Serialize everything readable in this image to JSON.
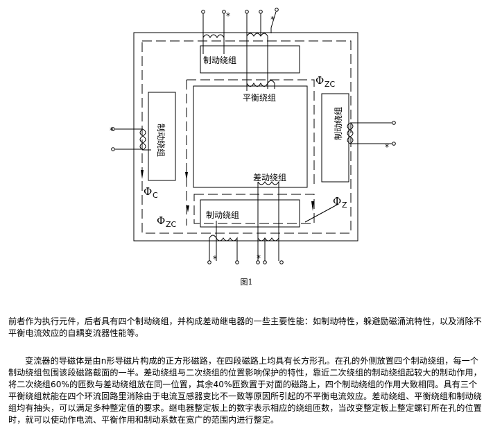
{
  "diagram": {
    "labels": {
      "brake_top": "制动绕组",
      "balance": "平衡绕组",
      "brake_left": "制动绕组",
      "brake_right": "制动绕组",
      "diff": "差动绕组",
      "brake_bottom": "制动绕组",
      "star": "*"
    },
    "flux": {
      "phi": "Φ",
      "zc_sub": "ZC",
      "c_sub": "C",
      "z_sub": "Z"
    }
  },
  "caption": "图1",
  "paragraphs": [
    "前者作为执行元件，后者具有四个制动绕组，并构成差动继电器的一些主要性能：如制动特性，躲避励磁涌流特性，以及消除不平衡电流效应的自耦变流器性能等。",
    "变流器的导磁体是由n形导磁片构成的正方形磁路，在四段磁路上均具有长方形孔。在孔的外侧放置四个制动绕组，每一个制动绕组包围该段磁路截面的一半。差动绕组与二次绕组的位置影响保护的特性，靠近二次绕组的制动绕组起较大的制动作用，将二次绕组60%的匝数与差动绕组放在同一位置，其余40%匝数置于对面的磁路上，四个制动绕组的作用大致相同。具有三个平衡绕组就能在四个环流回路里消除由于电流互感器变比不一致等原因所引起的不平衡电流效应。差动绕组、平衡绕组和制动绕组均有抽头，可以满足多种整定值的要求。继电器整定板上的数字表示相应的绕组匝数，当改变整定板上整定螺钉所在孔的位置时，就可以使动作电流、平衡作用和制动系数在宽广的范围内进行整定。"
  ]
}
